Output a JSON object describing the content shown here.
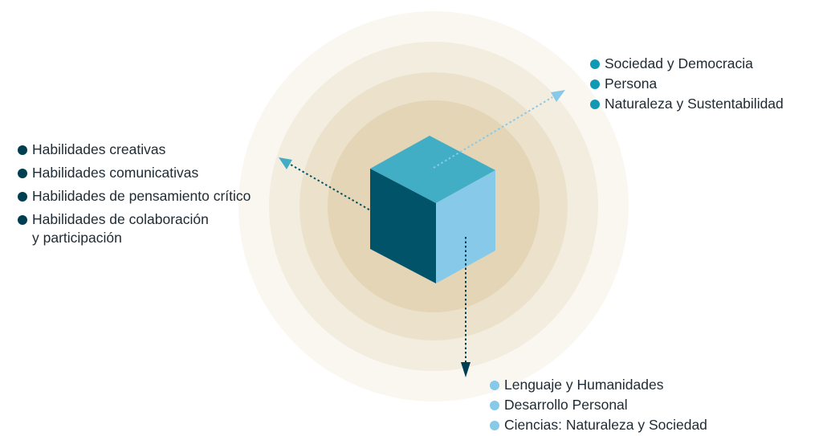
{
  "colors": {
    "ring_1": "#faf7f0",
    "ring_2": "#f3ede0",
    "ring_3": "#ece2cc",
    "ring_4": "#e3d5b5",
    "cube_top": "#41aec5",
    "cube_left": "#005369",
    "cube_right": "#86c9e8",
    "dark_dot": "#003f52",
    "teal_dot": "#1199b4",
    "light_dot": "#86c9e8"
  },
  "left_group": {
    "items": [
      {
        "label": "Habilidades creativas"
      },
      {
        "label": "Habilidades comunicativas"
      },
      {
        "label": "Habilidades de pensamiento crítico"
      },
      {
        "label": "Habilidades de colaboración",
        "label_line2": "y participación"
      }
    ]
  },
  "top_group": {
    "items": [
      {
        "label": "Sociedad y Democracia"
      },
      {
        "label": "Persona"
      },
      {
        "label": "Naturaleza y Sustentabilidad"
      }
    ]
  },
  "bottom_group": {
    "items": [
      {
        "label": "Lenguaje y Humanidades"
      },
      {
        "label": "Desarrollo Personal"
      },
      {
        "label": "Ciencias: Naturaleza y Sociedad"
      }
    ]
  }
}
